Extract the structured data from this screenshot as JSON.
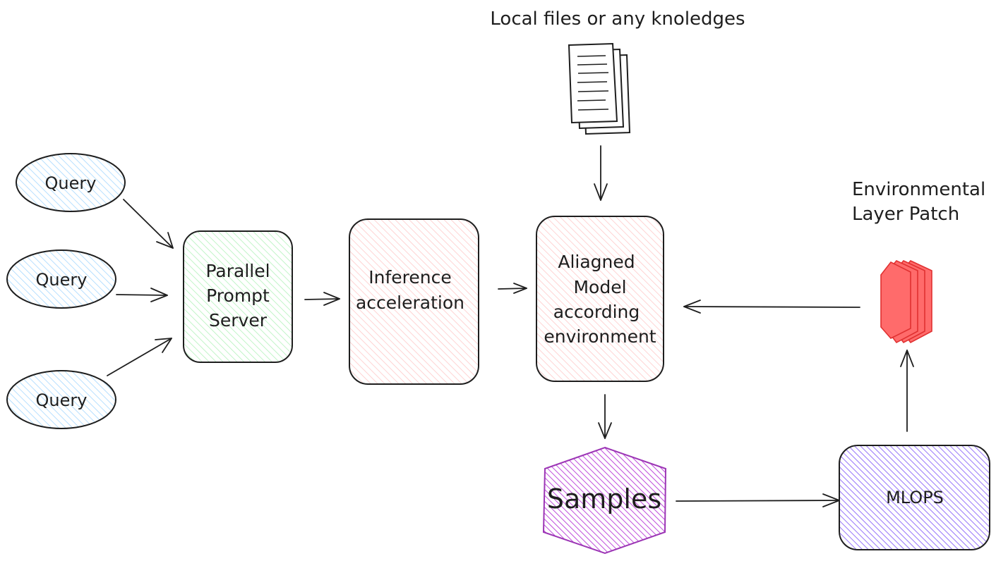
{
  "top_label": "Local files or any knoledges",
  "env_label": {
    "line1": "Environmental",
    "line2": "Layer Patch"
  },
  "queries": [
    "Query",
    "Query",
    "Query"
  ],
  "parallel_server": {
    "line1": "Parallel",
    "line2": "Prompt",
    "line3": "Server"
  },
  "inference": {
    "line1": "Inference",
    "line2": "acceleration"
  },
  "aligned_model": {
    "line1": "Aliagned",
    "line2": "Model",
    "line3": "according",
    "line4": "environment"
  },
  "samples": "Samples",
  "mlops": "MLOPS",
  "colors": {
    "stroke": "#1e1e1e",
    "query_fill": "#a5d8ff",
    "server_fill": "#b2f2bb",
    "box_fill": "#ffc9c9",
    "samples_stroke": "#9c36b5",
    "samples_fill": "#be4bdb",
    "mlops_fill": "#7950f2",
    "patch_fill": "#ff6b6b",
    "patch_stroke": "#e03131"
  },
  "icons": [
    "document-stack-icon",
    "layer-stack-icon"
  ]
}
